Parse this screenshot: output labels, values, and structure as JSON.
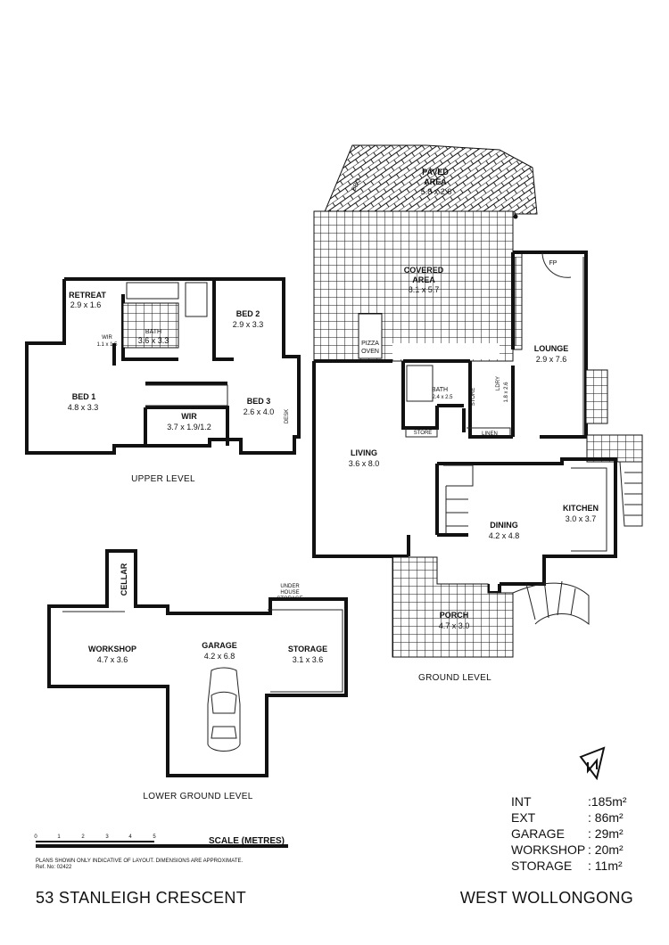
{
  "levels": {
    "upper": "UPPER LEVEL",
    "ground": "GROUND LEVEL",
    "lower": "LOWER GROUND LEVEL"
  },
  "rooms": {
    "paved_area": {
      "name1": "PAVED",
      "name2": "AREA",
      "dim": "5.8 x 2.6"
    },
    "bbq": "BBQ",
    "covered_area": {
      "name1": "COVERED",
      "name2": "AREA",
      "dim": "8.1 x 5.7"
    },
    "fp": "FP",
    "pizza_oven": {
      "name1": "PIZZA",
      "name2": "OVEN"
    },
    "lounge": {
      "name": "LOUNGE",
      "dim": "2.9 x 7.6"
    },
    "ground_bath": {
      "name": "BATH",
      "dim": "2.4 x 2.5"
    },
    "store_a": "STORE",
    "store_b": "STORE",
    "ldry": {
      "name": "LDRY",
      "dim": "1.8 x 2.6"
    },
    "linen": "LINEN",
    "living": {
      "name": "LIVING",
      "dim": "3.6 x 8.0"
    },
    "kitchen": {
      "name": "KITCHEN",
      "dim": "3.0 x 3.7"
    },
    "dining": {
      "name": "DINING",
      "dim": "4.2 x 4.8"
    },
    "porch": {
      "name": "PORCH",
      "dim": "4.7 x 3.0"
    },
    "retreat": {
      "name": "RETREAT",
      "dim": "2.9 x 1.6"
    },
    "upper_bath": {
      "name": "BATH",
      "dim": "3.6 x 3.3"
    },
    "bed2": {
      "name": "BED 2",
      "dim": "2.9 x 3.3"
    },
    "wir_small": {
      "name": "WIR",
      "dim": "1.1 x 1.5"
    },
    "bed1": {
      "name": "BED 1",
      "dim": "4.8 x 3.3"
    },
    "wir": {
      "name": "WIR",
      "dim": "3.7 x 1.9/1.2"
    },
    "bed3": {
      "name": "BED 3",
      "dim": "2.6 x 4.0"
    },
    "desk": "DESK",
    "cellar": "CELLAR",
    "under_house": {
      "line1": "UNDER",
      "line2": "HOUSE",
      "line3": "STORAGE"
    },
    "workshop": {
      "name": "WORKSHOP",
      "dim": "4.7 x 3.6"
    },
    "garage": {
      "name": "GARAGE",
      "dim": "4.2 x 6.8"
    },
    "storage": {
      "name": "STORAGE",
      "dim": "3.1 x 3.6"
    }
  },
  "scale": {
    "label": "SCALE (METRES)",
    "ticks": [
      "0",
      "1",
      "2",
      "3",
      "4",
      "5"
    ]
  },
  "notes": {
    "disclaimer": "PLANS SHOWN ONLY INDICATIVE OF LAYOUT.  DIMENSIONS ARE APPROXIMATE.",
    "ref": "Ref. No: 02422"
  },
  "areas": [
    {
      "label": "INT",
      "value": ":185m²"
    },
    {
      "label": "EXT",
      "value": ": 86m²"
    },
    {
      "label": "GARAGE",
      "value": ": 29m²"
    },
    {
      "label": "WORKSHOP",
      "value": ": 20m²"
    },
    {
      "label": "STORAGE",
      "value": ": 11m²"
    }
  ],
  "address": {
    "street": "53 STANLEIGH CRESCENT",
    "suburb": "WEST WOLLONGONG"
  },
  "icons": {
    "north": "north-arrow-icon",
    "car": "car-icon"
  }
}
